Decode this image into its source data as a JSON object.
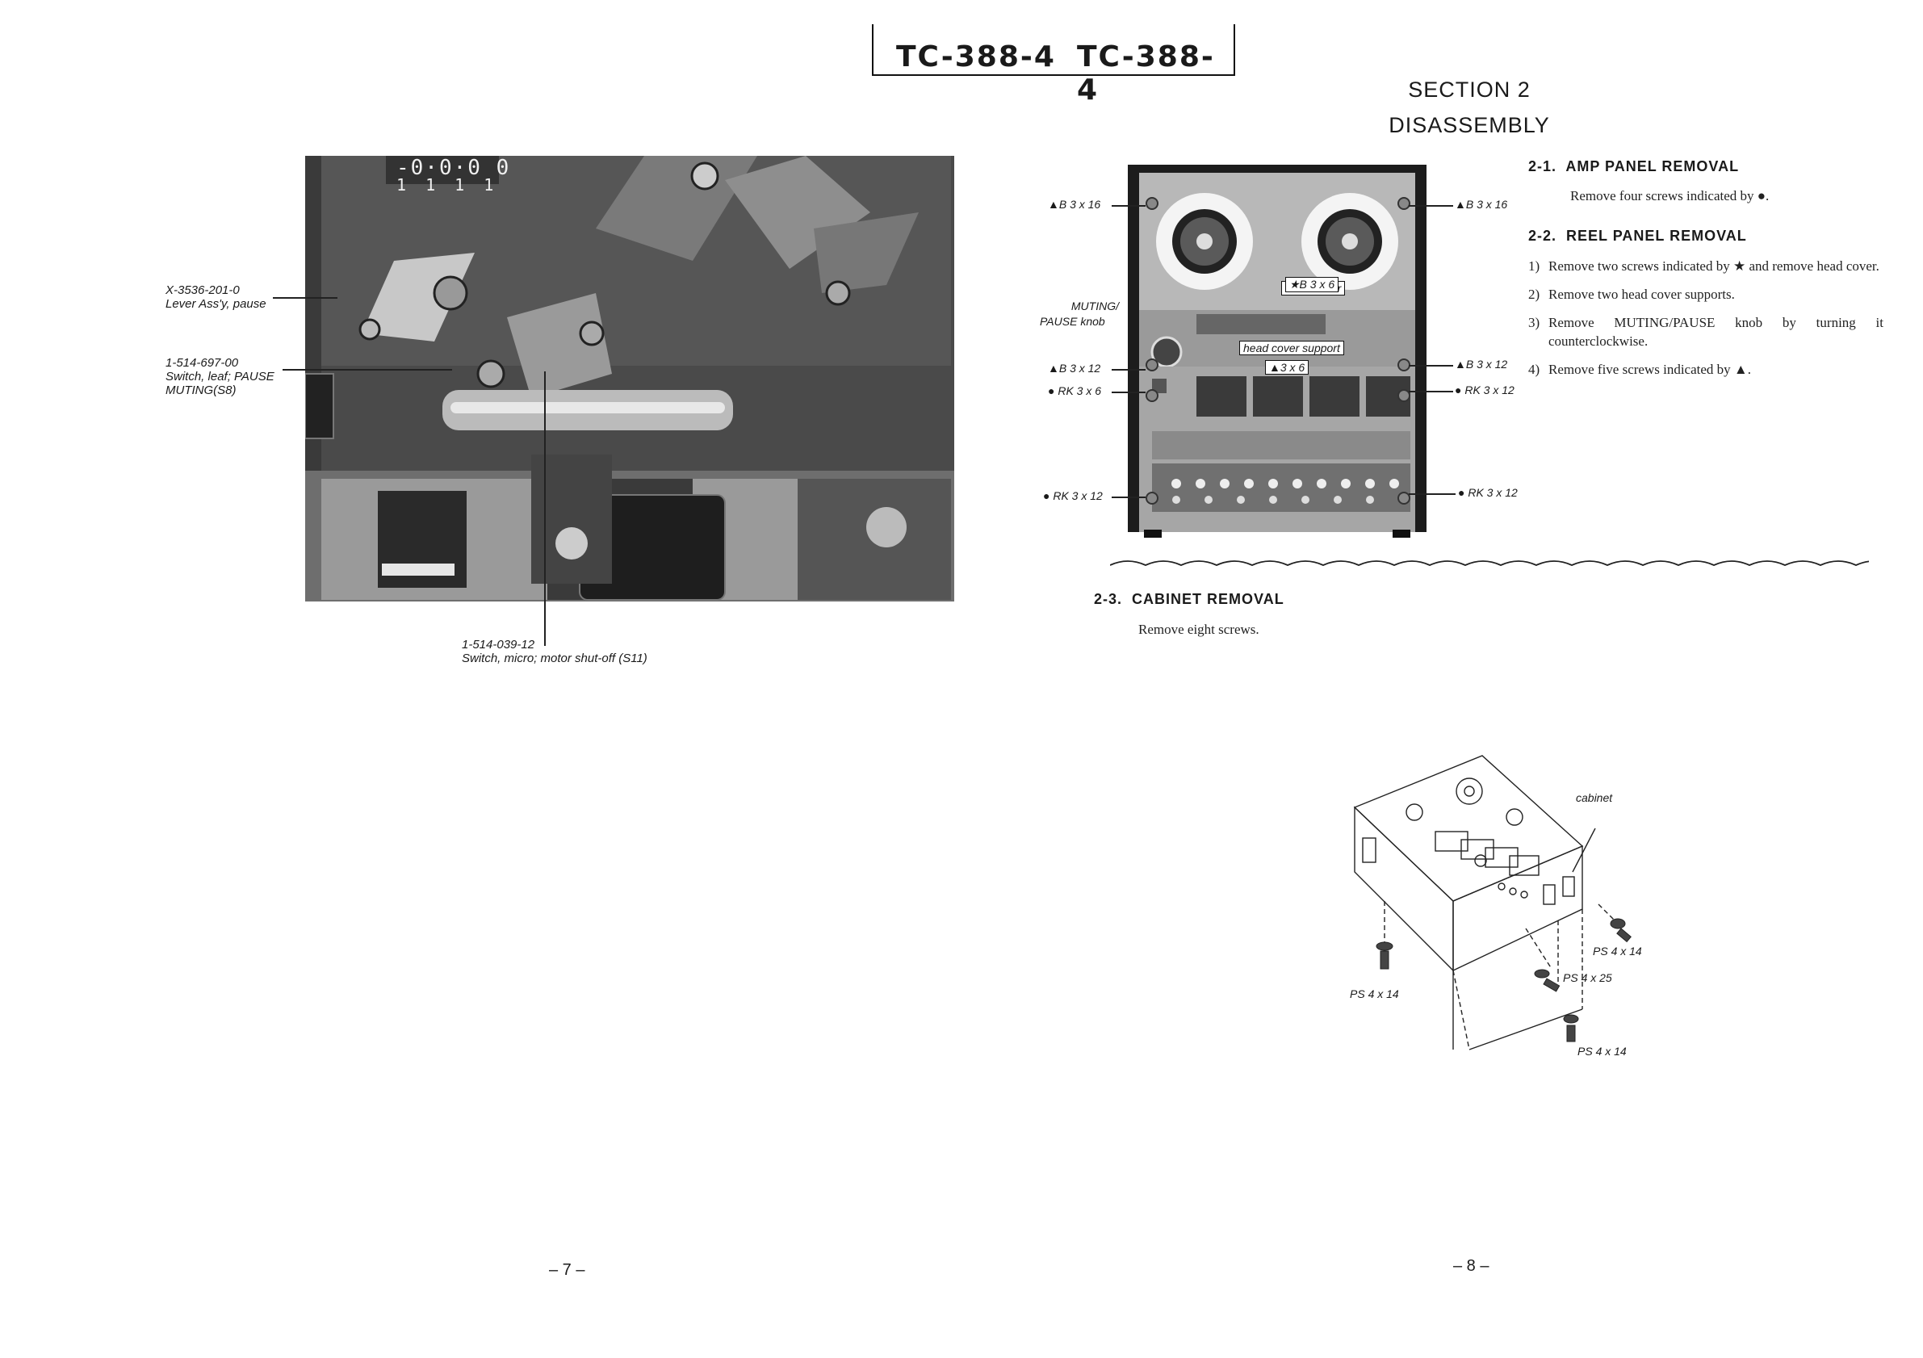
{
  "header": {
    "model_left": "TC-388-4",
    "model_right": "TC-388-4"
  },
  "section": {
    "number": "SECTION 2",
    "title": "DISASSEMBLY"
  },
  "left_photo_labels": {
    "lever": {
      "part": "X-3536-201-0",
      "desc": "Lever Ass'y, pause"
    },
    "switch_leaf": {
      "part": "1-514-697-00",
      "desc1": "Switch, leaf; PAUSE",
      "desc2": "MUTING(S8)"
    },
    "switch_micro": {
      "part": "1-514-039-12",
      "desc": "Switch, micro; motor shut-off (S11)"
    },
    "counter_top": "-0·0·0 0",
    "counter_bottom": "1 1 1 1"
  },
  "deck_labels": {
    "b3x16_left": "▲B 3 x 16",
    "b3x16_right": "▲B 3 x 16",
    "muting_pause": "MUTING/",
    "muting_pause2": "PAUSE knob",
    "star_b3x6": "★B 3 x 6",
    "head_cover": "head cover",
    "head_cover_support": "head cover support",
    "tri_3x6": "▲3 x 6",
    "b3x12_left": "▲B 3 x 12",
    "b3x12_right": "▲B 3 x 12",
    "rk3x6_left": "● RK 3 x 6",
    "rk3x12_right_mid": "● RK 3 x 12",
    "rk3x12_left_bot": "● RK 3 x 12",
    "rk3x12_right_bot": "● RK 3 x 12"
  },
  "steps": {
    "s21": {
      "num": "2-1.",
      "title": "AMP PANEL REMOVAL",
      "text": "Remove four screws indicated by ●."
    },
    "s22": {
      "num": "2-2.",
      "title": "REEL PANEL REMOVAL",
      "items": [
        {
          "n": "1)",
          "text": "Remove two screws indicated by ★ and remove head cover."
        },
        {
          "n": "2)",
          "text": "Remove two head cover supports."
        },
        {
          "n": "3)",
          "text": "Remove MUTING/PAUSE knob by turning it counterclockwise."
        },
        {
          "n": "4)",
          "text": "Remove five screws indicated by ▲."
        }
      ]
    },
    "s23": {
      "num": "2-3.",
      "title": "CABINET REMOVAL",
      "text": "Remove eight screws."
    }
  },
  "cabinet_labels": {
    "cabinet": "cabinet",
    "ps_right": "PS 4 x 14",
    "ps_mid": "PS 4 x 25",
    "ps_left": "PS 4 x 14",
    "ps_bottom": "PS 4 x 14"
  },
  "page_numbers": {
    "left": "– 7 –",
    "right": "– 8 –"
  }
}
